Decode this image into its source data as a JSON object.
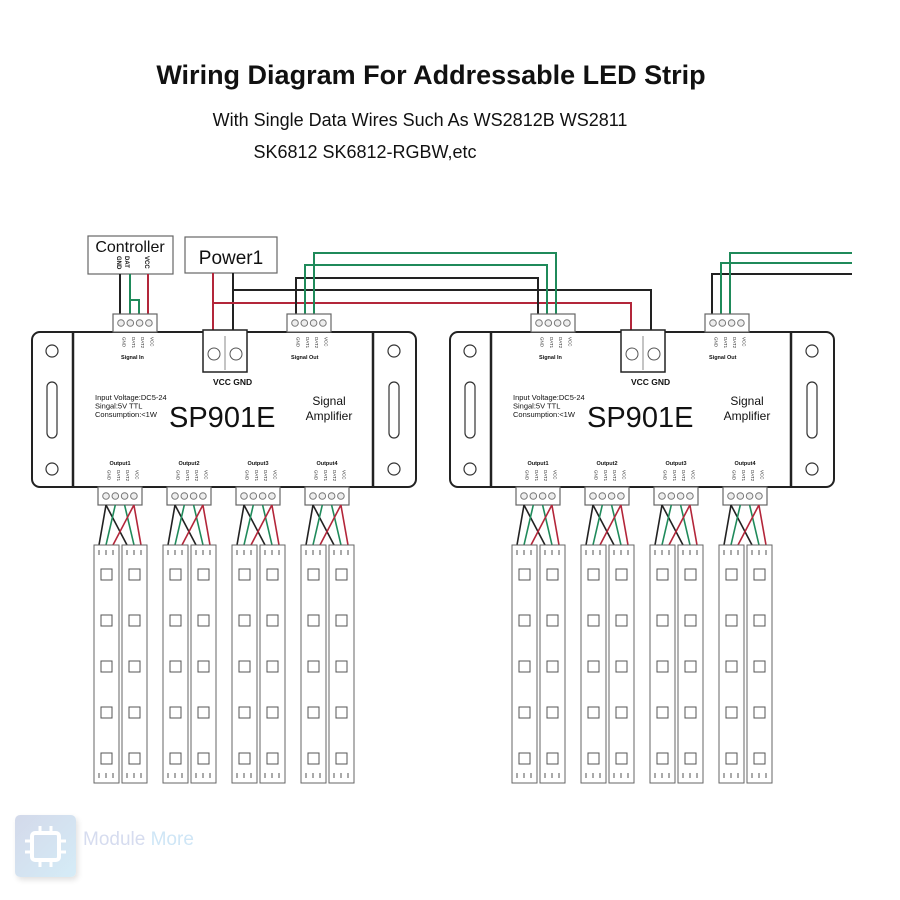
{
  "title": "Wiring Diagram For Addressable LED Strip",
  "subtitle_line1": "With Single Data Wires Such As WS2812B WS2811",
  "subtitle_line2": "SK6812 SK6812-RGBW,etc",
  "controller": {
    "label": "Controller",
    "pins": [
      "GND",
      "DAT",
      "VCC"
    ]
  },
  "power": {
    "label": "Power1"
  },
  "device": {
    "model": "SP901E",
    "name_line1": "Signal",
    "name_line2": "Amplifier",
    "spec_lines": [
      "Input Voltage:DC5-24",
      "Singal:5V TTL",
      "Consumption:<1W"
    ],
    "signal_in_label": "Signal In",
    "signal_out_label": "Signal Out",
    "power_terminal_label": "VCC GND",
    "pin_labels": [
      "GND",
      "DAT1",
      "DAT2",
      "VCC"
    ],
    "outputs": [
      "Output1",
      "Output2",
      "Output3",
      "Output4"
    ]
  },
  "wire_colors": {
    "gnd": "#222222",
    "data": "#1f8a5a",
    "vcc": "#b3263a"
  },
  "watermark": {
    "word1": "Module",
    "word2": "More",
    "icon": "chip-icon"
  }
}
